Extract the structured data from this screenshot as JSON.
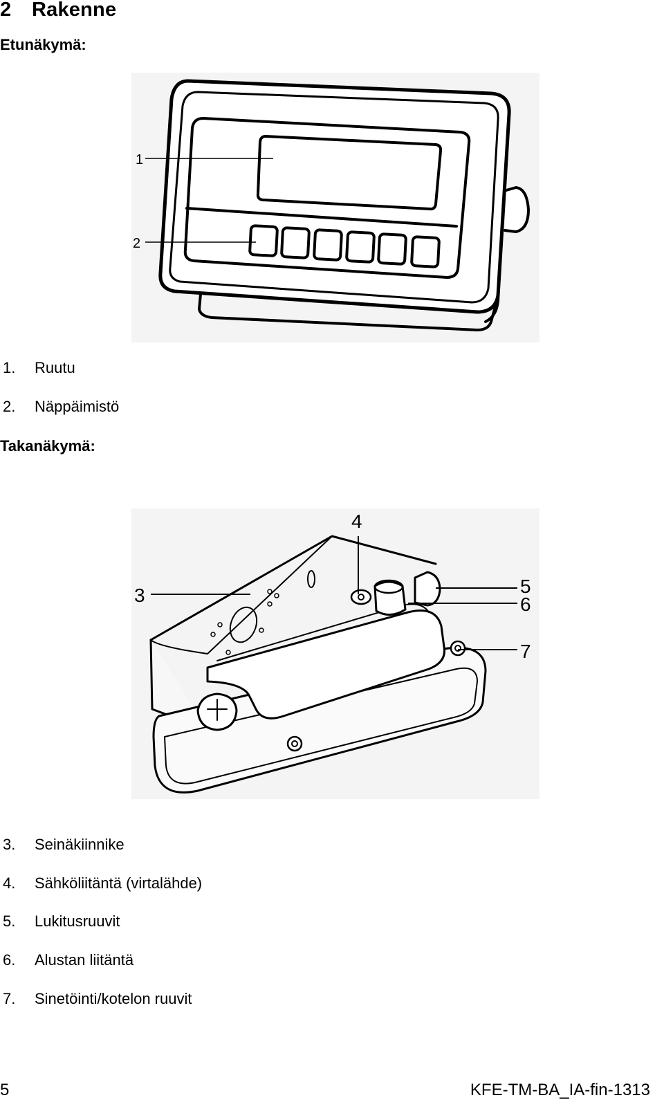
{
  "heading": {
    "number": "2",
    "title": "Rakenne"
  },
  "front": {
    "title": "Etunäkymä:",
    "callouts": [
      "1",
      "2"
    ],
    "items": [
      {
        "num": "1.",
        "text": "Ruutu"
      },
      {
        "num": "2.",
        "text": "Näppäimistö"
      }
    ]
  },
  "back": {
    "title": "Takanäkymä:",
    "callouts": [
      "3",
      "4",
      "5",
      "6",
      "7"
    ],
    "items": [
      {
        "num": "3.",
        "text": "Seinäkiinnike"
      },
      {
        "num": "4.",
        "text": "Sähköliitäntä (virtalähde)"
      },
      {
        "num": "5.",
        "text": "Lukitusruuvit"
      },
      {
        "num": "6.",
        "text": "Alustan liitäntä"
      },
      {
        "num": "7.",
        "text": "Sinetöinti/kotelon ruuvit"
      }
    ]
  },
  "footer": {
    "page": "5",
    "doc_id": "KFE-TM-BA_IA-fin-1313"
  }
}
